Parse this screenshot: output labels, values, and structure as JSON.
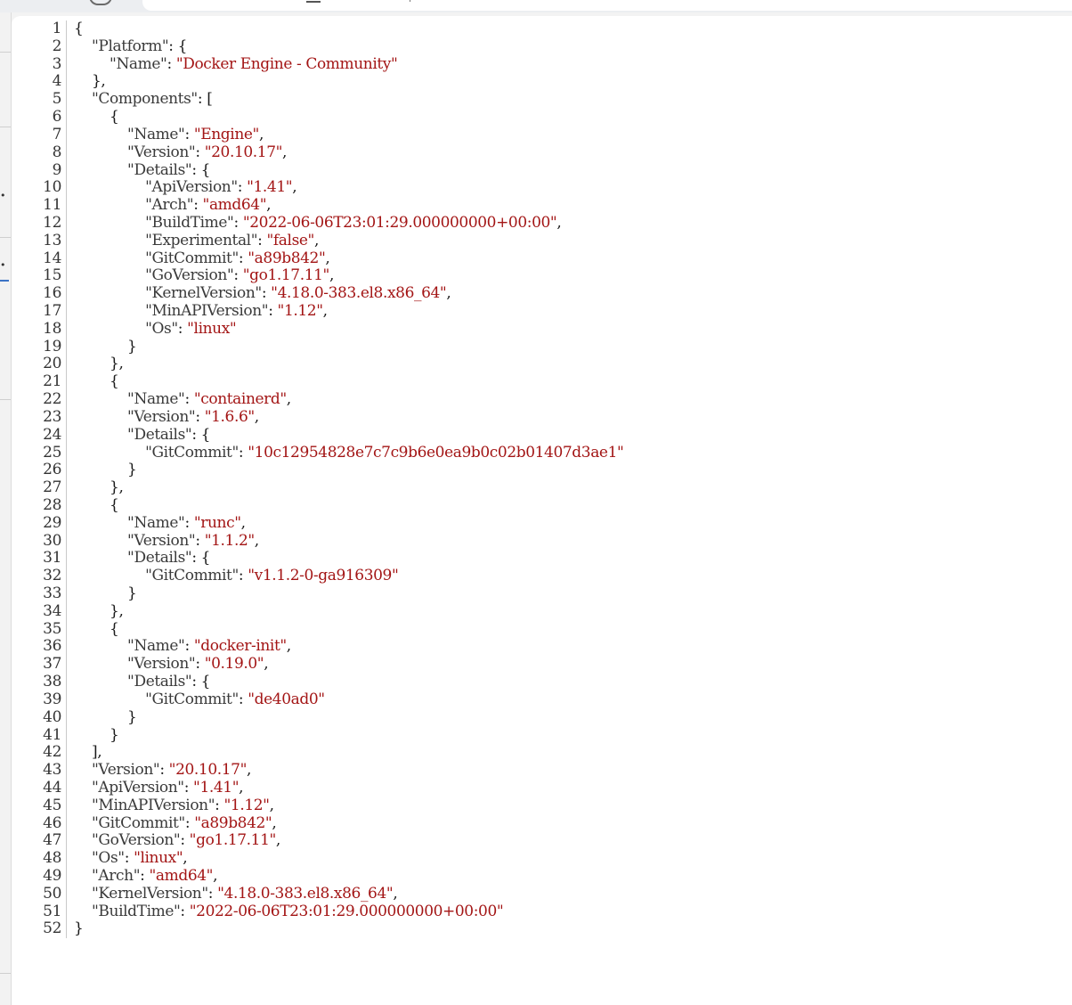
{
  "viewer": {
    "language": "json",
    "colors": {
      "key": "#3a3a3a",
      "string": "#a31515",
      "punctuation": "#1a1a1a",
      "line_number": "#333333"
    },
    "lines": [
      {
        "n": "1",
        "indent": 0,
        "tokens": [
          {
            "t": "{",
            "c": "p"
          }
        ]
      },
      {
        "n": "2",
        "indent": 1,
        "tokens": [
          {
            "t": "\"Platform\"",
            "c": "k"
          },
          {
            "t": ": {",
            "c": "p"
          }
        ]
      },
      {
        "n": "3",
        "indent": 2,
        "tokens": [
          {
            "t": "\"Name\"",
            "c": "k"
          },
          {
            "t": ": ",
            "c": "p"
          },
          {
            "t": "\"Docker Engine - Community\"",
            "c": "s"
          }
        ]
      },
      {
        "n": "4",
        "indent": 1,
        "tokens": [
          {
            "t": "},",
            "c": "p"
          }
        ]
      },
      {
        "n": "5",
        "indent": 1,
        "tokens": [
          {
            "t": "\"Components\"",
            "c": "k"
          },
          {
            "t": ": [",
            "c": "p"
          }
        ]
      },
      {
        "n": "6",
        "indent": 2,
        "tokens": [
          {
            "t": "{",
            "c": "p"
          }
        ]
      },
      {
        "n": "7",
        "indent": 3,
        "tokens": [
          {
            "t": "\"Name\"",
            "c": "k"
          },
          {
            "t": ": ",
            "c": "p"
          },
          {
            "t": "\"Engine\"",
            "c": "s"
          },
          {
            "t": ",",
            "c": "p"
          }
        ]
      },
      {
        "n": "8",
        "indent": 3,
        "tokens": [
          {
            "t": "\"Version\"",
            "c": "k"
          },
          {
            "t": ": ",
            "c": "p"
          },
          {
            "t": "\"20.10.17\"",
            "c": "s"
          },
          {
            "t": ",",
            "c": "p"
          }
        ]
      },
      {
        "n": "9",
        "indent": 3,
        "tokens": [
          {
            "t": "\"Details\"",
            "c": "k"
          },
          {
            "t": ": {",
            "c": "p"
          }
        ]
      },
      {
        "n": "10",
        "indent": 4,
        "tokens": [
          {
            "t": "\"ApiVersion\"",
            "c": "k"
          },
          {
            "t": ": ",
            "c": "p"
          },
          {
            "t": "\"1.41\"",
            "c": "s"
          },
          {
            "t": ",",
            "c": "p"
          }
        ]
      },
      {
        "n": "11",
        "indent": 4,
        "tokens": [
          {
            "t": "\"Arch\"",
            "c": "k"
          },
          {
            "t": ": ",
            "c": "p"
          },
          {
            "t": "\"amd64\"",
            "c": "s"
          },
          {
            "t": ",",
            "c": "p"
          }
        ]
      },
      {
        "n": "12",
        "indent": 4,
        "tokens": [
          {
            "t": "\"BuildTime\"",
            "c": "k"
          },
          {
            "t": ": ",
            "c": "p"
          },
          {
            "t": "\"2022-06-06T23:01:29.000000000+00:00\"",
            "c": "s"
          },
          {
            "t": ",",
            "c": "p"
          }
        ]
      },
      {
        "n": "13",
        "indent": 4,
        "tokens": [
          {
            "t": "\"Experimental\"",
            "c": "k"
          },
          {
            "t": ": ",
            "c": "p"
          },
          {
            "t": "\"false\"",
            "c": "s"
          },
          {
            "t": ",",
            "c": "p"
          }
        ]
      },
      {
        "n": "14",
        "indent": 4,
        "tokens": [
          {
            "t": "\"GitCommit\"",
            "c": "k"
          },
          {
            "t": ": ",
            "c": "p"
          },
          {
            "t": "\"a89b842\"",
            "c": "s"
          },
          {
            "t": ",",
            "c": "p"
          }
        ]
      },
      {
        "n": "15",
        "indent": 4,
        "tokens": [
          {
            "t": "\"GoVersion\"",
            "c": "k"
          },
          {
            "t": ": ",
            "c": "p"
          },
          {
            "t": "\"go1.17.11\"",
            "c": "s"
          },
          {
            "t": ",",
            "c": "p"
          }
        ]
      },
      {
        "n": "16",
        "indent": 4,
        "tokens": [
          {
            "t": "\"KernelVersion\"",
            "c": "k"
          },
          {
            "t": ": ",
            "c": "p"
          },
          {
            "t": "\"4.18.0-383.el8.x86_64\"",
            "c": "s"
          },
          {
            "t": ",",
            "c": "p"
          }
        ]
      },
      {
        "n": "17",
        "indent": 4,
        "tokens": [
          {
            "t": "\"MinAPIVersion\"",
            "c": "k"
          },
          {
            "t": ": ",
            "c": "p"
          },
          {
            "t": "\"1.12\"",
            "c": "s"
          },
          {
            "t": ",",
            "c": "p"
          }
        ]
      },
      {
        "n": "18",
        "indent": 4,
        "tokens": [
          {
            "t": "\"Os\"",
            "c": "k"
          },
          {
            "t": ": ",
            "c": "p"
          },
          {
            "t": "\"linux\"",
            "c": "s"
          }
        ]
      },
      {
        "n": "19",
        "indent": 3,
        "tokens": [
          {
            "t": "}",
            "c": "p"
          }
        ]
      },
      {
        "n": "20",
        "indent": 2,
        "tokens": [
          {
            "t": "},",
            "c": "p"
          }
        ]
      },
      {
        "n": "21",
        "indent": 2,
        "tokens": [
          {
            "t": "{",
            "c": "p"
          }
        ]
      },
      {
        "n": "22",
        "indent": 3,
        "tokens": [
          {
            "t": "\"Name\"",
            "c": "k"
          },
          {
            "t": ": ",
            "c": "p"
          },
          {
            "t": "\"containerd\"",
            "c": "s"
          },
          {
            "t": ",",
            "c": "p"
          }
        ]
      },
      {
        "n": "23",
        "indent": 3,
        "tokens": [
          {
            "t": "\"Version\"",
            "c": "k"
          },
          {
            "t": ": ",
            "c": "p"
          },
          {
            "t": "\"1.6.6\"",
            "c": "s"
          },
          {
            "t": ",",
            "c": "p"
          }
        ]
      },
      {
        "n": "24",
        "indent": 3,
        "tokens": [
          {
            "t": "\"Details\"",
            "c": "k"
          },
          {
            "t": ": {",
            "c": "p"
          }
        ]
      },
      {
        "n": "25",
        "indent": 4,
        "tokens": [
          {
            "t": "\"GitCommit\"",
            "c": "k"
          },
          {
            "t": ": ",
            "c": "p"
          },
          {
            "t": "\"10c12954828e7c7c9b6e0ea9b0c02b01407d3ae1\"",
            "c": "s"
          }
        ]
      },
      {
        "n": "26",
        "indent": 3,
        "tokens": [
          {
            "t": "}",
            "c": "p"
          }
        ]
      },
      {
        "n": "27",
        "indent": 2,
        "tokens": [
          {
            "t": "},",
            "c": "p"
          }
        ]
      },
      {
        "n": "28",
        "indent": 2,
        "tokens": [
          {
            "t": "{",
            "c": "p"
          }
        ]
      },
      {
        "n": "29",
        "indent": 3,
        "tokens": [
          {
            "t": "\"Name\"",
            "c": "k"
          },
          {
            "t": ": ",
            "c": "p"
          },
          {
            "t": "\"runc\"",
            "c": "s"
          },
          {
            "t": ",",
            "c": "p"
          }
        ]
      },
      {
        "n": "30",
        "indent": 3,
        "tokens": [
          {
            "t": "\"Version\"",
            "c": "k"
          },
          {
            "t": ": ",
            "c": "p"
          },
          {
            "t": "\"1.1.2\"",
            "c": "s"
          },
          {
            "t": ",",
            "c": "p"
          }
        ]
      },
      {
        "n": "31",
        "indent": 3,
        "tokens": [
          {
            "t": "\"Details\"",
            "c": "k"
          },
          {
            "t": ": {",
            "c": "p"
          }
        ]
      },
      {
        "n": "32",
        "indent": 4,
        "tokens": [
          {
            "t": "\"GitCommit\"",
            "c": "k"
          },
          {
            "t": ": ",
            "c": "p"
          },
          {
            "t": "\"v1.1.2-0-ga916309\"",
            "c": "s"
          }
        ]
      },
      {
        "n": "33",
        "indent": 3,
        "tokens": [
          {
            "t": "}",
            "c": "p"
          }
        ]
      },
      {
        "n": "34",
        "indent": 2,
        "tokens": [
          {
            "t": "},",
            "c": "p"
          }
        ]
      },
      {
        "n": "35",
        "indent": 2,
        "tokens": [
          {
            "t": "{",
            "c": "p"
          }
        ]
      },
      {
        "n": "36",
        "indent": 3,
        "tokens": [
          {
            "t": "\"Name\"",
            "c": "k"
          },
          {
            "t": ": ",
            "c": "p"
          },
          {
            "t": "\"docker-init\"",
            "c": "s"
          },
          {
            "t": ",",
            "c": "p"
          }
        ]
      },
      {
        "n": "37",
        "indent": 3,
        "tokens": [
          {
            "t": "\"Version\"",
            "c": "k"
          },
          {
            "t": ": ",
            "c": "p"
          },
          {
            "t": "\"0.19.0\"",
            "c": "s"
          },
          {
            "t": ",",
            "c": "p"
          }
        ]
      },
      {
        "n": "38",
        "indent": 3,
        "tokens": [
          {
            "t": "\"Details\"",
            "c": "k"
          },
          {
            "t": ": {",
            "c": "p"
          }
        ]
      },
      {
        "n": "39",
        "indent": 4,
        "tokens": [
          {
            "t": "\"GitCommit\"",
            "c": "k"
          },
          {
            "t": ": ",
            "c": "p"
          },
          {
            "t": "\"de40ad0\"",
            "c": "s"
          }
        ]
      },
      {
        "n": "40",
        "indent": 3,
        "tokens": [
          {
            "t": "}",
            "c": "p"
          }
        ]
      },
      {
        "n": "41",
        "indent": 2,
        "tokens": [
          {
            "t": "}",
            "c": "p"
          }
        ]
      },
      {
        "n": "42",
        "indent": 1,
        "tokens": [
          {
            "t": "],",
            "c": "p"
          }
        ]
      },
      {
        "n": "43",
        "indent": 1,
        "tokens": [
          {
            "t": "\"Version\"",
            "c": "k"
          },
          {
            "t": ": ",
            "c": "p"
          },
          {
            "t": "\"20.10.17\"",
            "c": "s"
          },
          {
            "t": ",",
            "c": "p"
          }
        ]
      },
      {
        "n": "44",
        "indent": 1,
        "tokens": [
          {
            "t": "\"ApiVersion\"",
            "c": "k"
          },
          {
            "t": ": ",
            "c": "p"
          },
          {
            "t": "\"1.41\"",
            "c": "s"
          },
          {
            "t": ",",
            "c": "p"
          }
        ]
      },
      {
        "n": "45",
        "indent": 1,
        "tokens": [
          {
            "t": "\"MinAPIVersion\"",
            "c": "k"
          },
          {
            "t": ": ",
            "c": "p"
          },
          {
            "t": "\"1.12\"",
            "c": "s"
          },
          {
            "t": ",",
            "c": "p"
          }
        ]
      },
      {
        "n": "46",
        "indent": 1,
        "tokens": [
          {
            "t": "\"GitCommit\"",
            "c": "k"
          },
          {
            "t": ": ",
            "c": "p"
          },
          {
            "t": "\"a89b842\"",
            "c": "s"
          },
          {
            "t": ",",
            "c": "p"
          }
        ]
      },
      {
        "n": "47",
        "indent": 1,
        "tokens": [
          {
            "t": "\"GoVersion\"",
            "c": "k"
          },
          {
            "t": ": ",
            "c": "p"
          },
          {
            "t": "\"go1.17.11\"",
            "c": "s"
          },
          {
            "t": ",",
            "c": "p"
          }
        ]
      },
      {
        "n": "48",
        "indent": 1,
        "tokens": [
          {
            "t": "\"Os\"",
            "c": "k"
          },
          {
            "t": ": ",
            "c": "p"
          },
          {
            "t": "\"linux\"",
            "c": "s"
          },
          {
            "t": ",",
            "c": "p"
          }
        ]
      },
      {
        "n": "49",
        "indent": 1,
        "tokens": [
          {
            "t": "\"Arch\"",
            "c": "k"
          },
          {
            "t": ": ",
            "c": "p"
          },
          {
            "t": "\"amd64\"",
            "c": "s"
          },
          {
            "t": ",",
            "c": "p"
          }
        ]
      },
      {
        "n": "50",
        "indent": 1,
        "tokens": [
          {
            "t": "\"KernelVersion\"",
            "c": "k"
          },
          {
            "t": ": ",
            "c": "p"
          },
          {
            "t": "\"4.18.0-383.el8.x86_64\"",
            "c": "s"
          },
          {
            "t": ",",
            "c": "p"
          }
        ]
      },
      {
        "n": "51",
        "indent": 1,
        "tokens": [
          {
            "t": "\"BuildTime\"",
            "c": "k"
          },
          {
            "t": ": ",
            "c": "p"
          },
          {
            "t": "\"2022-06-06T23:01:29.000000000+00:00\"",
            "c": "s"
          }
        ]
      },
      {
        "n": "52",
        "indent": 0,
        "tokens": [
          {
            "t": "}",
            "c": "p"
          }
        ]
      }
    ]
  }
}
